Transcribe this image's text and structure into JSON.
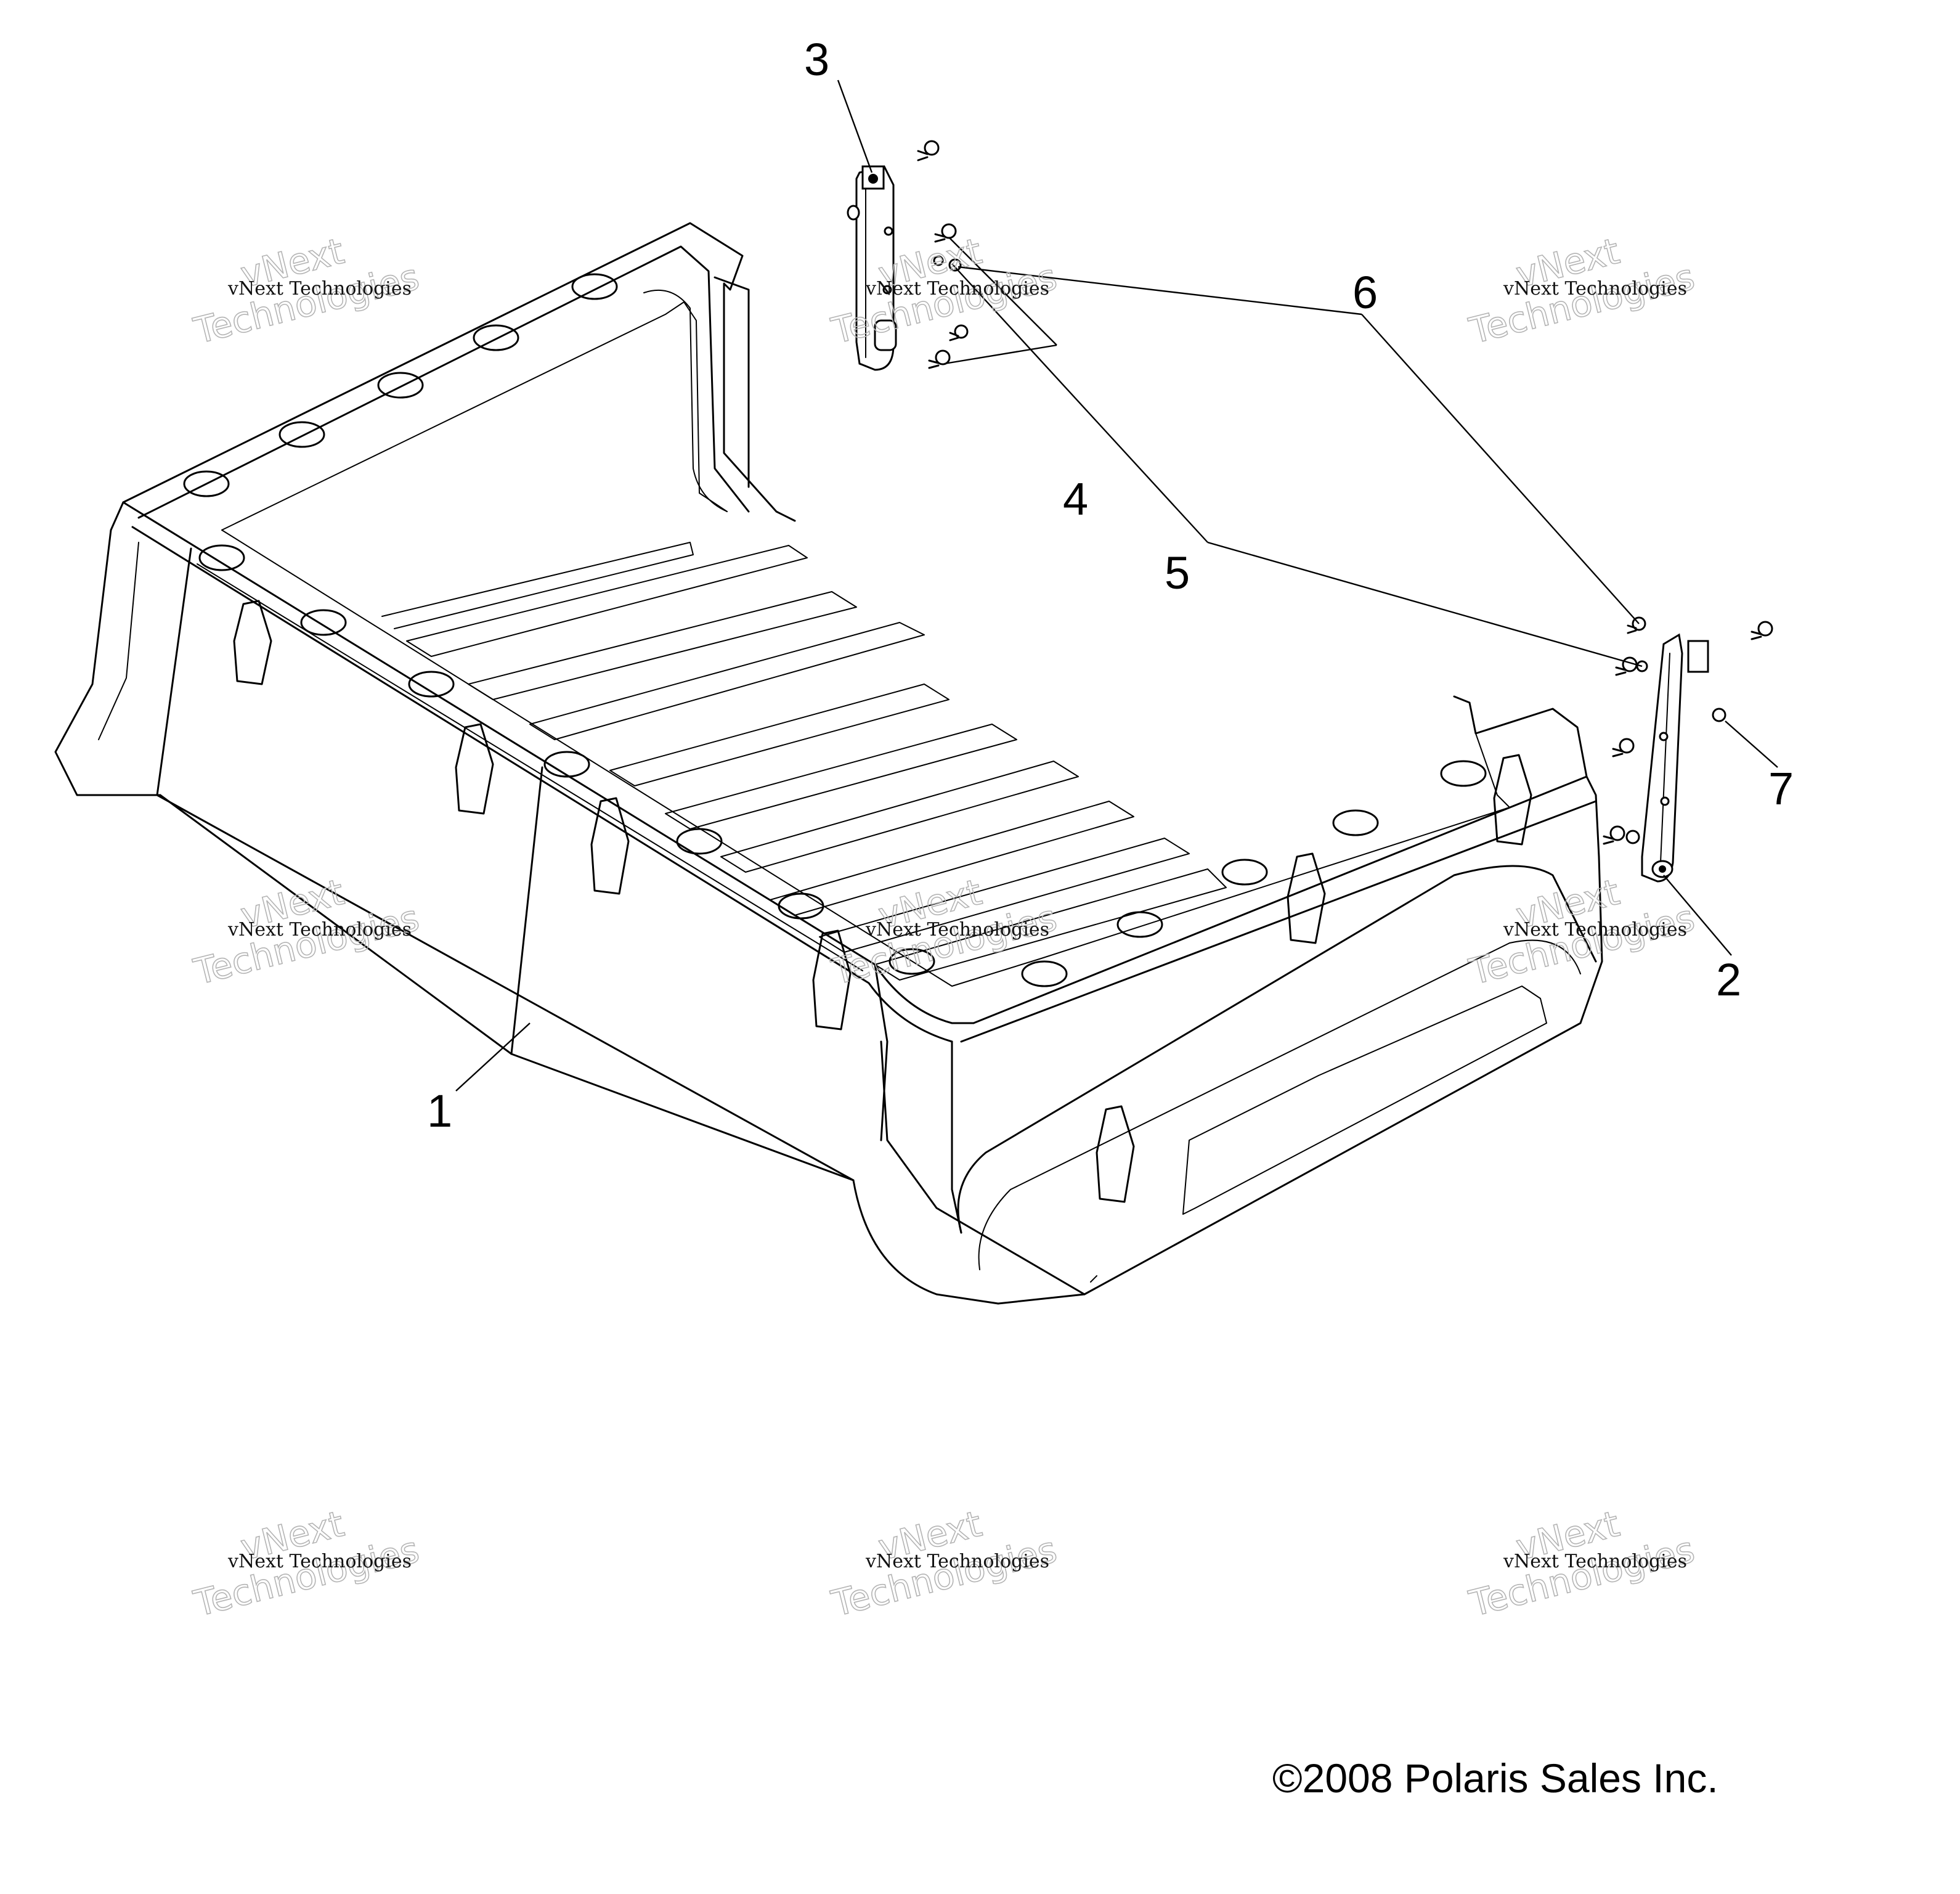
{
  "callouts": [
    "1",
    "2",
    "3",
    "4",
    "5",
    "6",
    "7"
  ],
  "copyright": "©2008 Polaris Sales Inc.",
  "watermark": {
    "small": "vNext Technologies",
    "big_1": "vNext",
    "big_2": "Technologies"
  }
}
